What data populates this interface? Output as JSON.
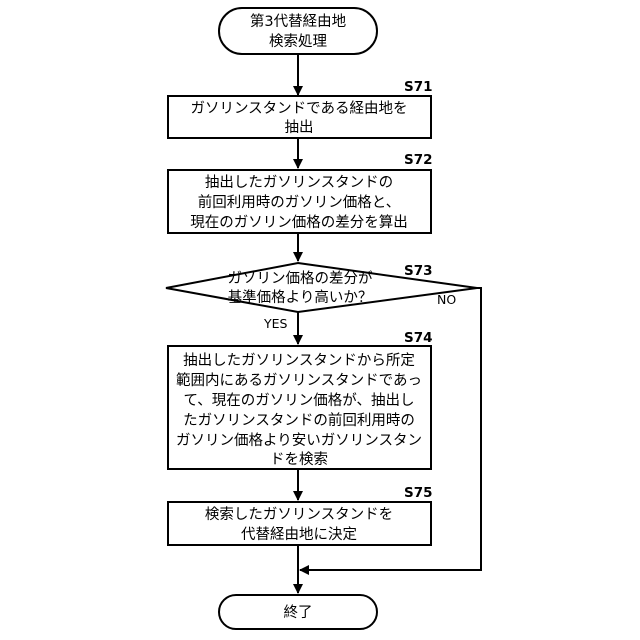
{
  "flowchart": {
    "start": {
      "lines": [
        "第3代替経由地",
        "検索処理"
      ]
    },
    "steps": [
      {
        "id": "S71",
        "lines": [
          "ガソリンスタンドである経由地を",
          "抽出"
        ]
      },
      {
        "id": "S72",
        "lines": [
          "抽出したガソリンスタンドの",
          "前回利用時のガソリン価格と、",
          "現在のガソリン価格の差分を算出"
        ]
      },
      {
        "id": "S74",
        "lines": [
          "抽出したガソリンスタンドから所定",
          "範囲内にあるガソリンスタンドであっ",
          "て、現在のガソリン価格が、抽出し",
          "たガソリンスタンドの前回利用時の",
          "ガソリン価格より安いガソリンスタン",
          "ドを検索"
        ]
      },
      {
        "id": "S75",
        "lines": [
          "検索したガソリンスタンドを",
          "代替経由地に決定"
        ]
      }
    ],
    "decision": {
      "id": "S73",
      "lines": [
        "ガソリン価格の差分が",
        "基準価格より高いか？"
      ],
      "yes_label": "YES",
      "no_label": "NO"
    },
    "end": {
      "lines": [
        "終了"
      ]
    }
  }
}
